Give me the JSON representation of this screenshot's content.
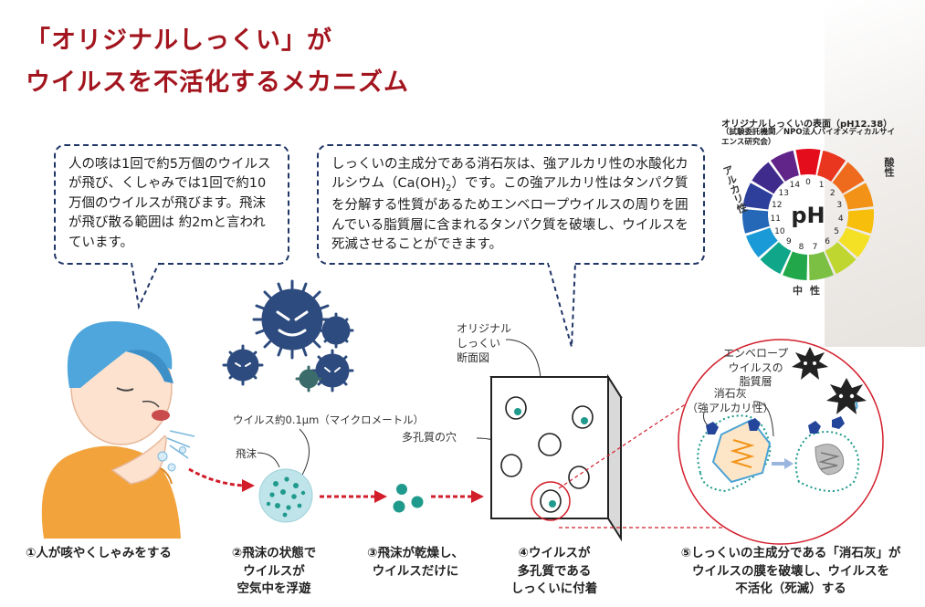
{
  "title": {
    "line1": "「オリジナルしっくい」が",
    "line2": "ウイルスを不活化するメカニズム"
  },
  "bubble_left": {
    "text": "人の咳は1回で約5万個のウイルスが飛び、くしゃみでは1回で約10万個のウイルスが飛びます。飛沫が飛び散る範囲は 約2mと言われています。"
  },
  "bubble_right": {
    "text_before": "しっくいの主成分である消石灰は、強アルカリ性の水酸化カルシウム（Ca(OH)",
    "subscript": "2",
    "text_after": "）です。この強アルカリ性はタンパク質を分解する性質があるためエンベロープウイルスの周りを囲んでいる脂質層に含まれるタンパク質を破壊し、ウイルスを死滅させることができます。"
  },
  "ph_chart": {
    "title": "オリジナルしっくいの表面（pH12.38）",
    "note": "（試験委託機関／NPO法人バイオメディカルサイエンス研究会）",
    "center": "pH",
    "label_acid": "酸性",
    "label_alkaline": "アルカリ性",
    "label_neutral": "中性",
    "numbers": [
      "0",
      "1",
      "2",
      "3",
      "4",
      "5",
      "6",
      "7",
      "8",
      "9",
      "10",
      "11",
      "12",
      "13",
      "14"
    ],
    "colors": [
      "#e30d1c",
      "#e8361f",
      "#ee6a1c",
      "#f29317",
      "#f7be0c",
      "#f4e024",
      "#bfd630",
      "#7bc043",
      "#22a84a",
      "#10a68a",
      "#1a9ad6",
      "#2568b8",
      "#2d3f9b",
      "#3f2b8c",
      "#61258a"
    ]
  },
  "labels": {
    "virus_size": "ウイルス約0.1μm（マイクロメートル）",
    "droplet": "飛沫",
    "section_title": "オリジナル\nしっくい\n断面図",
    "pores": "多孔質の穴",
    "envelope": "エンベロープ\nウイルスの\n脂質層",
    "lime": "消石灰\n（強アルカリ性）"
  },
  "steps": [
    "①人が咳やくしゃみをする",
    "②飛沫の状態で\nウイルスが\n空気中を浮遊",
    "③飛沫が乾燥し、\nウイルスだけに",
    "④ウイルスが\n多孔質である\nしっくいに付着",
    "⑤しっくいの主成分である「消石灰」が\nウイルスの膜を破壊し、ウイルスを\n不活化（死滅）する"
  ]
}
